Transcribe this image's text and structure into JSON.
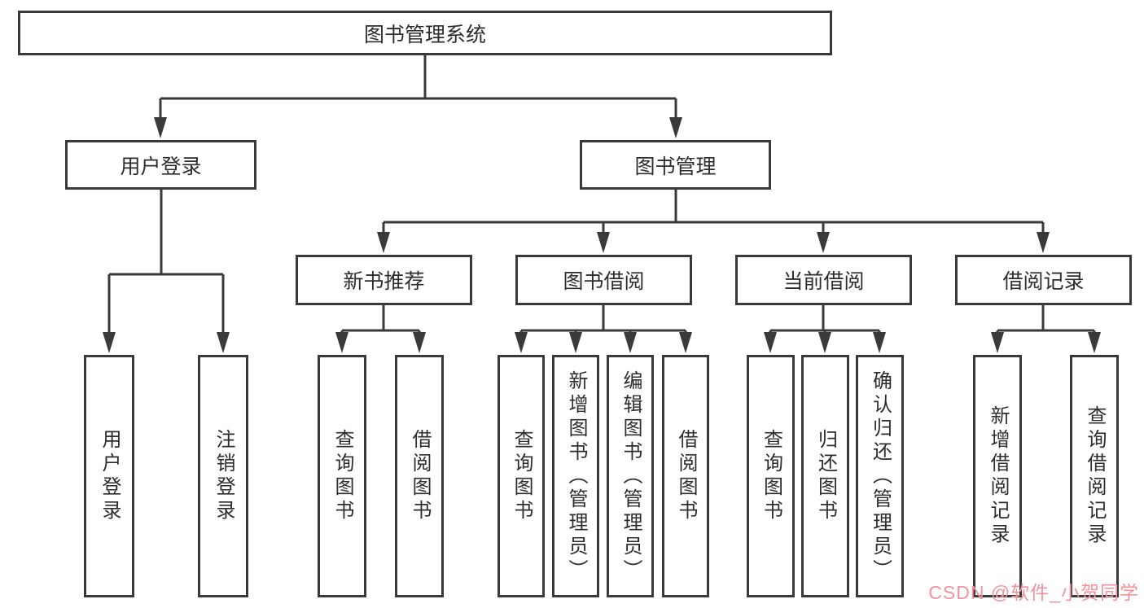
{
  "diagram": {
    "root": {
      "label": "图书管理系统"
    },
    "branches": [
      {
        "label": "用户登录",
        "leaves": [
          "用户登录",
          "注销登录"
        ]
      },
      {
        "label": "图书管理",
        "groups": [
          {
            "label": "新书推荐",
            "leaves": [
              "查询图书",
              "借阅图书"
            ]
          },
          {
            "label": "图书借阅",
            "leaves": [
              "查询图书",
              "新增图书（管理员）",
              "编辑图书（管理员）",
              "借阅图书"
            ]
          },
          {
            "label": "当前借阅",
            "leaves": [
              "查询图书",
              "归还图书",
              "确认归还（管理员）"
            ]
          },
          {
            "label": "借阅记录",
            "leaves": [
              "新增借阅记录",
              "查询借阅记录"
            ]
          }
        ]
      }
    ]
  },
  "watermark": {
    "text": "CSDN @软件_小贺同学"
  },
  "colors": {
    "line": "#3a3a3a",
    "text": "#2d2d2d",
    "watermark": "#f2939c",
    "background": "#ffffff"
  }
}
